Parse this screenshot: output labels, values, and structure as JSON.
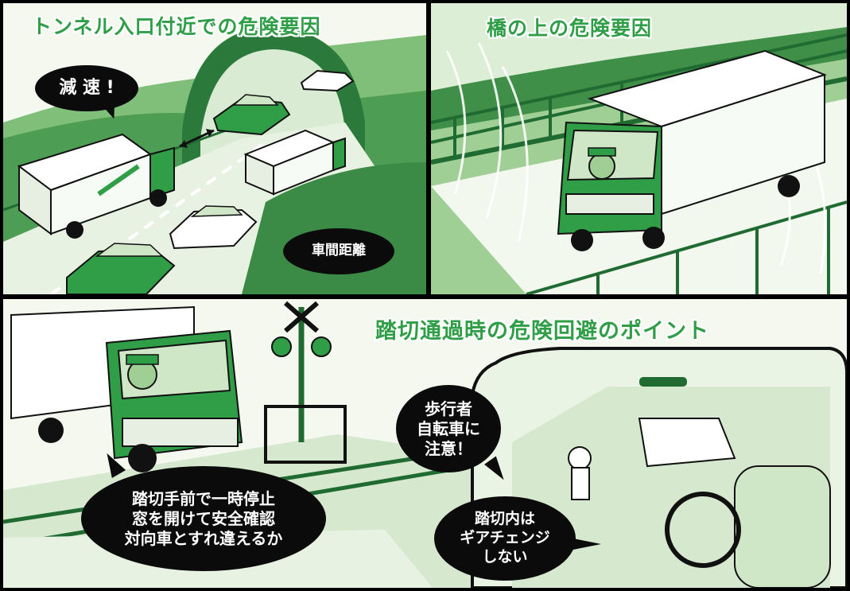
{
  "panels": {
    "tunnel": {
      "title": "トンネル入口付近での危険要因",
      "bubble_slow": "減 速 !",
      "bubble_distance": "車間距離"
    },
    "bridge": {
      "title": "橋の上の危険要因"
    },
    "crossing": {
      "title": "踏切通過時の危険回避のポイント",
      "bubble_stop": "踏切手前で一時停止\n窓を開けて安全確認\n対向車とすれ違えるか",
      "bubble_pedestrian": "歩行者\n自転車に\n注意！",
      "bubble_gear": "踏切内は\nギアチェンジ\nしない"
    }
  },
  "colors": {
    "brand_green": "#2f9e46",
    "dark_green": "#1f6b32",
    "light_green": "#cfe6c7",
    "bubble_black": "#0b0b0b"
  }
}
